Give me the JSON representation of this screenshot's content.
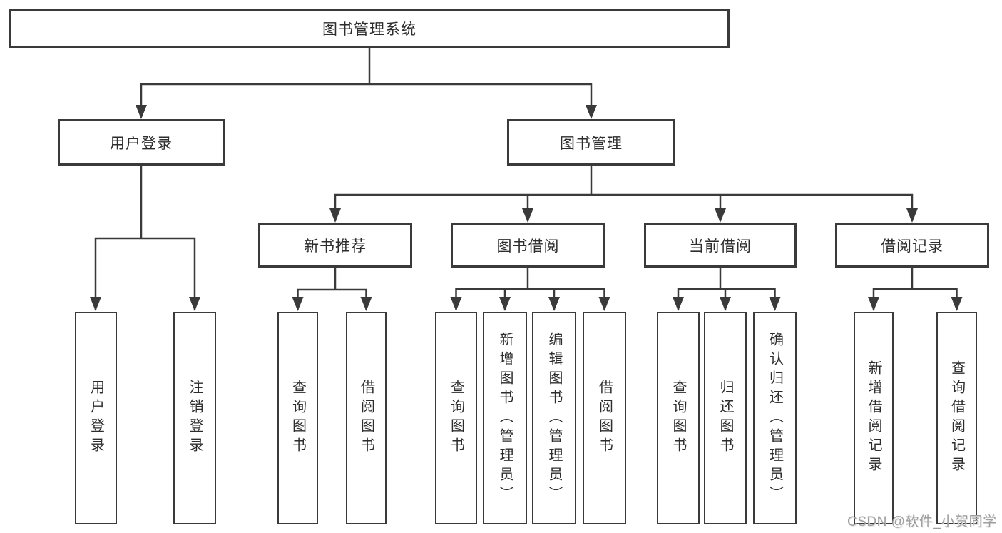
{
  "tree": {
    "label": "图书管理系统",
    "children": [
      {
        "label": "用户登录",
        "children": [
          {
            "label": "用户登录"
          },
          {
            "label": "注销登录"
          }
        ]
      },
      {
        "label": "图书管理",
        "children": [
          {
            "label": "新书推荐",
            "children": [
              {
                "label": "查询图书"
              },
              {
                "label": "借阅图书"
              }
            ]
          },
          {
            "label": "图书借阅",
            "children": [
              {
                "label": "查询图书"
              },
              {
                "label": "新增图书（管理员）"
              },
              {
                "label": "编辑图书（管理员）"
              },
              {
                "label": "借阅图书"
              }
            ]
          },
          {
            "label": "当前借阅",
            "children": [
              {
                "label": "查询图书"
              },
              {
                "label": "归还图书"
              },
              {
                "label": "确认归还（管理员）"
              }
            ]
          },
          {
            "label": "借阅记录",
            "children": [
              {
                "label": "新增借阅记录"
              },
              {
                "label": "查询借阅记录"
              }
            ]
          }
        ]
      }
    ]
  },
  "watermark": {
    "text": "CSDN @软件_小贺同学"
  },
  "colors": {
    "line": "#3a3a3a",
    "text": "#2d2d2d",
    "watermark": "#9e9e9e",
    "background": "#ffffff"
  }
}
